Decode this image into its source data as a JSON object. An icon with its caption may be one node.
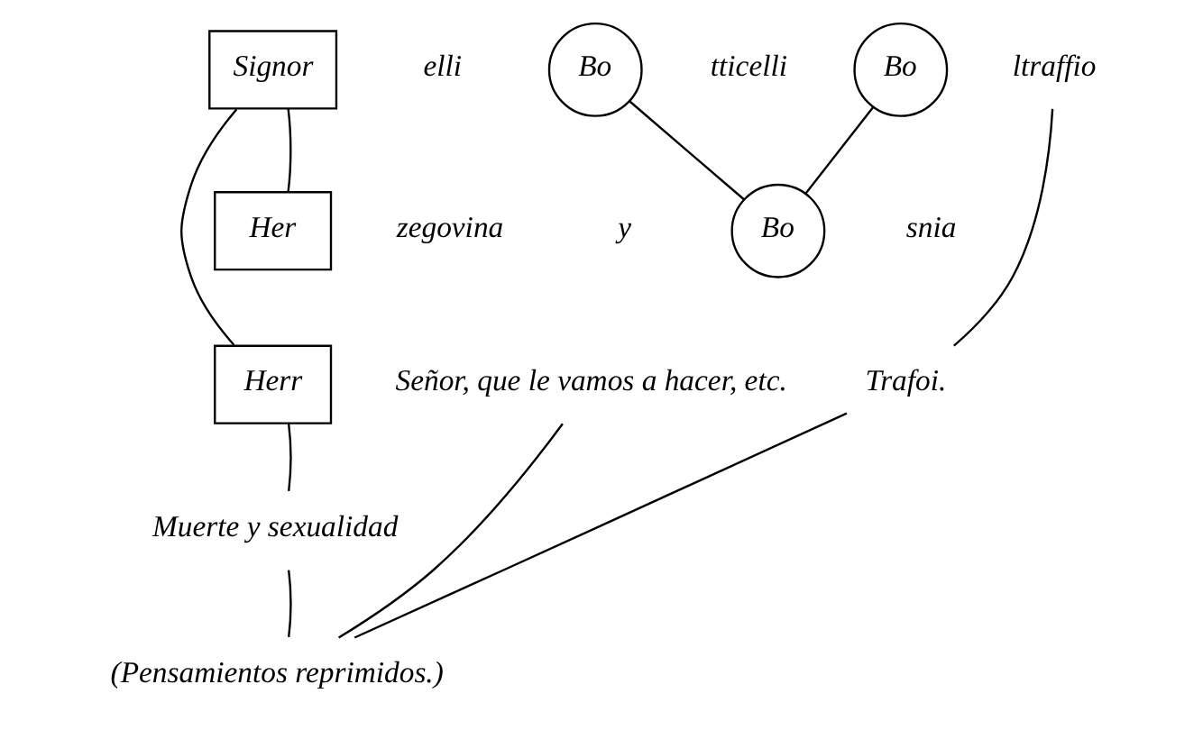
{
  "diagram": {
    "nodes": [
      {
        "text": [
          "Signor"
        ],
        "beside": [
          "elli"
        ]
      },
      {
        "text": [
          "Her"
        ],
        "beside": [
          "zegovina"
        ]
      },
      {
        "text": [
          "Bo"
        ],
        "beside": [
          "tticelli"
        ]
      },
      {
        "text": [
          "Bo"
        ],
        "beside": [
          "snia"
        ]
      },
      {
        "text": [
          "Bo"
        ]
      },
      {
        "text": [
          "ltraffio"
        ]
      },
      {
        "text": [
          "Herr"
        ]
      },
      {
        "text": [
          "Señor, que le vamos a hacer, etc."
        ]
      },
      {
        "text": [
          "Muerte y sexualidad"
        ]
      },
      {
        "text": [
          "Trafoi."
        ]
      },
      {
        "text": [
          "(Pensamientos reprimidos.)"
        ]
      }
    ],
    "edges": [
      {
        "from": 0,
        "to": 1,
        "arrow": "none"
      },
      {
        "from": 0,
        "to": 6,
        "arrow": "none"
      },
      {
        "from": 2,
        "to": 3,
        "arrow": "none"
      },
      {
        "from": 3,
        "to": 4,
        "arrow": "none"
      },
      {
        "from": 5,
        "to": 9,
        "arrow": "none"
      },
      {
        "from": 6,
        "to": 8,
        "arrow": "none"
      },
      {
        "from": 7,
        "to": 10,
        "arrow": "none"
      },
      {
        "from": 8,
        "to": 10,
        "arrow": "none"
      },
      {
        "from": 9,
        "to": 10,
        "arrow": "none"
      }
    ],
    "labels": [
      "y"
    ]
  }
}
